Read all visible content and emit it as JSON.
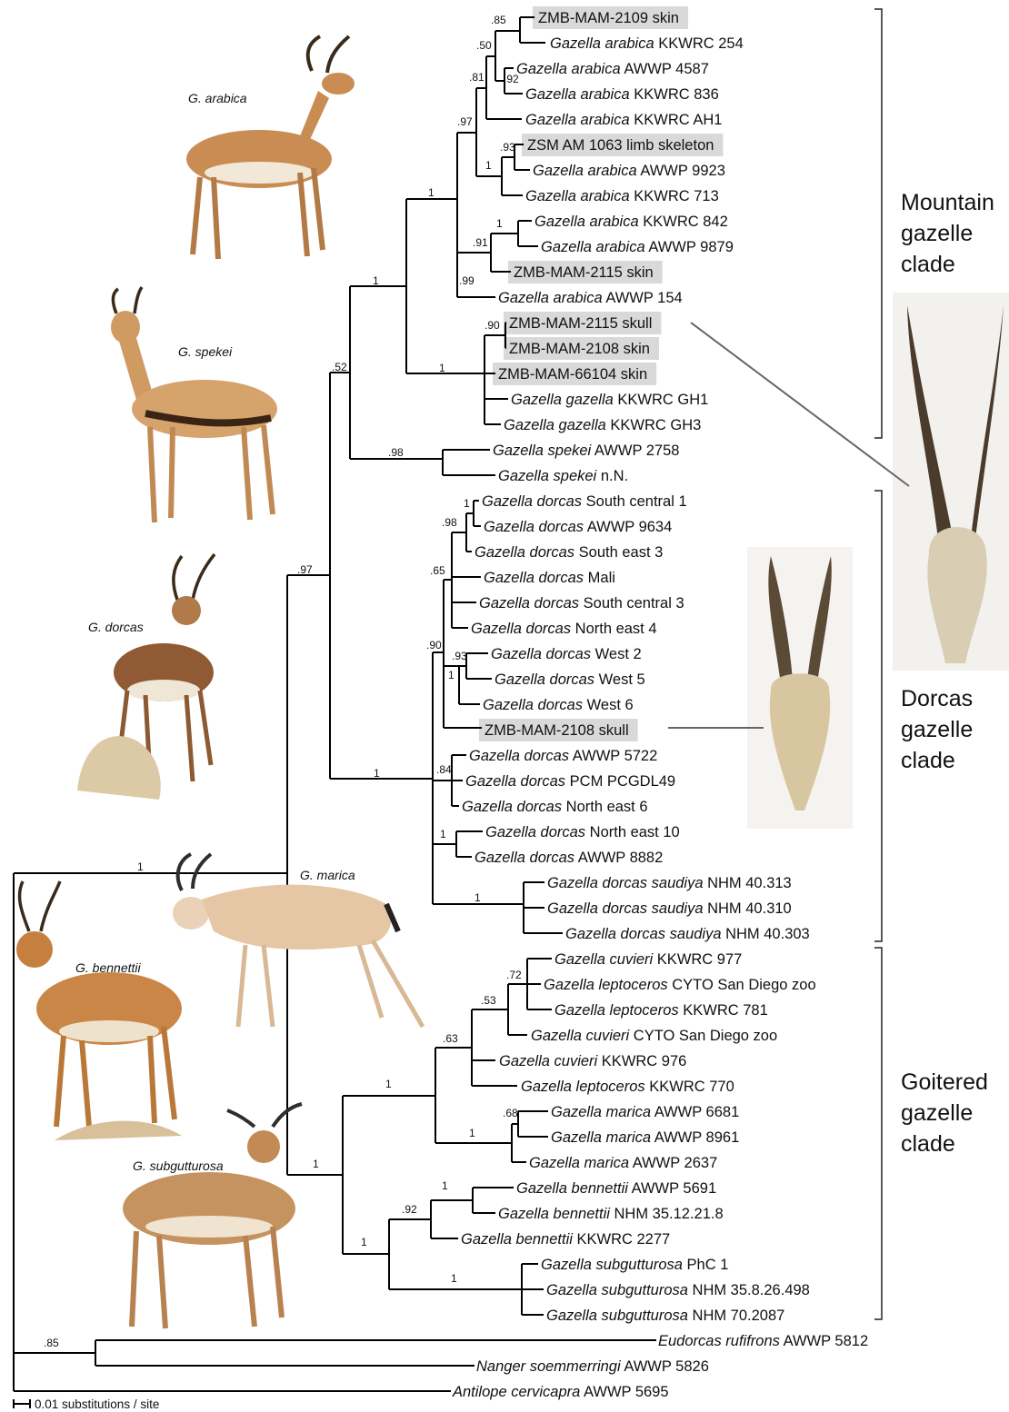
{
  "colors": {
    "branch": "#000000",
    "highlight": "#d9d9d9",
    "text": "#111111"
  },
  "tree": {
    "scale_label": "0.01 substitutions / site",
    "clade_labels": {
      "mountain": [
        "Mountain",
        "gazelle",
        "clade"
      ],
      "dorcas": [
        "Dorcas",
        "gazelle",
        "clade"
      ],
      "goitered": [
        "Goitered",
        "gazelle",
        "clade"
      ]
    },
    "animal_labels": [
      "G. arabica",
      "G. spekei",
      "G. dorcas",
      "G. marica",
      "G. bennettii",
      "G. subgutturosa"
    ],
    "tips": [
      {
        "genus": "",
        "rest": "ZMB-MAM-2109 skin",
        "highlight": true
      },
      {
        "genus": "Gazella arabica",
        "rest": " KKWRC 254",
        "highlight": false
      },
      {
        "genus": "Gazella arabica",
        "rest": " AWWP 4587",
        "highlight": false
      },
      {
        "genus": "Gazella arabica",
        "rest": " KKWRC 836",
        "highlight": false
      },
      {
        "genus": "Gazella arabica",
        "rest": " KKWRC AH1",
        "highlight": false
      },
      {
        "genus": "",
        "rest": "ZSM AM 1063 limb skeleton",
        "highlight": true
      },
      {
        "genus": "Gazella arabica",
        "rest": " AWWP 9923",
        "highlight": false
      },
      {
        "genus": "Gazella arabica",
        "rest": " KKWRC 713",
        "highlight": false
      },
      {
        "genus": "Gazella arabica",
        "rest": " KKWRC 842",
        "highlight": false
      },
      {
        "genus": "Gazella arabica",
        "rest": " AWWP 9879",
        "highlight": false
      },
      {
        "genus": "",
        "rest": "ZMB-MAM-2115 skin",
        "highlight": true
      },
      {
        "genus": "Gazella arabica",
        "rest": " AWWP 154",
        "highlight": false
      },
      {
        "genus": "",
        "rest": "ZMB-MAM-2115 skull",
        "highlight": true
      },
      {
        "genus": "",
        "rest": "ZMB-MAM-2108 skin",
        "highlight": true
      },
      {
        "genus": "",
        "rest": "ZMB-MAM-66104 skin",
        "highlight": true
      },
      {
        "genus": "Gazella gazella",
        "rest": " KKWRC GH1",
        "highlight": false
      },
      {
        "genus": "Gazella gazella",
        "rest": " KKWRC GH3",
        "highlight": false
      },
      {
        "genus": "Gazella spekei",
        "rest": " AWWP 2758",
        "highlight": false
      },
      {
        "genus": "Gazella spekei",
        "rest": " n.N.",
        "highlight": false
      },
      {
        "genus": "Gazella dorcas",
        "rest": " South central 1",
        "highlight": false
      },
      {
        "genus": "Gazella dorcas",
        "rest": " AWWP 9634",
        "highlight": false
      },
      {
        "genus": "Gazella dorcas",
        "rest": " South east 3",
        "highlight": false
      },
      {
        "genus": "Gazella dorcas",
        "rest": " Mali",
        "highlight": false
      },
      {
        "genus": "Gazella dorcas",
        "rest": " South central 3",
        "highlight": false
      },
      {
        "genus": "Gazella dorcas",
        "rest": " North east 4",
        "highlight": false
      },
      {
        "genus": "Gazella dorcas",
        "rest": " West 2",
        "highlight": false
      },
      {
        "genus": "Gazella dorcas",
        "rest": " West 5",
        "highlight": false
      },
      {
        "genus": "Gazella dorcas",
        "rest": " West 6",
        "highlight": false
      },
      {
        "genus": "",
        "rest": "ZMB-MAM-2108 skull",
        "highlight": true
      },
      {
        "genus": "Gazella dorcas",
        "rest": " AWWP 5722",
        "highlight": false
      },
      {
        "genus": "Gazella dorcas",
        "rest": " PCM PCGDL49",
        "highlight": false
      },
      {
        "genus": "Gazella dorcas",
        "rest": " North east 6",
        "highlight": false
      },
      {
        "genus": "Gazella dorcas",
        "rest": " North east 10",
        "highlight": false
      },
      {
        "genus": "Gazella dorcas",
        "rest": " AWWP 8882",
        "highlight": false
      },
      {
        "genus": "Gazella dorcas saudiya",
        "rest": " NHM 40.313",
        "highlight": false
      },
      {
        "genus": "Gazella  dorcas saudiya",
        "rest": " NHM 40.310",
        "highlight": false
      },
      {
        "genus": "Gazella dorcas saudiya",
        "rest": " NHM 40.303",
        "highlight": false
      },
      {
        "genus": "Gazella cuvieri",
        "rest": " KKWRC 977",
        "highlight": false
      },
      {
        "genus": "Gazella leptoceros",
        "rest": " CYTO San Diego zoo",
        "highlight": false
      },
      {
        "genus": "Gazella leptoceros",
        "rest": " KKWRC 781",
        "highlight": false
      },
      {
        "genus": "Gazella cuvieri",
        "rest": " CYTO San Diego zoo",
        "highlight": false
      },
      {
        "genus": "Gazella cuvieri",
        "rest": " KKWRC 976",
        "highlight": false
      },
      {
        "genus": "Gazella leptoceros",
        "rest": " KKWRC 770",
        "highlight": false
      },
      {
        "genus": "Gazella marica",
        "rest": " AWWP 6681",
        "highlight": false
      },
      {
        "genus": "Gazella marica",
        "rest": " AWWP 8961",
        "highlight": false
      },
      {
        "genus": "Gazella marica",
        "rest": " AWWP 2637",
        "highlight": false
      },
      {
        "genus": "Gazella bennettii",
        "rest": " AWWP 5691",
        "highlight": false
      },
      {
        "genus": "Gazella bennettii",
        "rest": " NHM 35.12.21.8",
        "highlight": false
      },
      {
        "genus": "Gazella bennettii",
        "rest": " KKWRC 2277",
        "highlight": false
      },
      {
        "genus": "Gazella subgutturosa",
        "rest": " PhC 1",
        "highlight": false
      },
      {
        "genus": "Gazella subgutturosa",
        "rest": " NHM 35.8.26.498",
        "highlight": false
      },
      {
        "genus": "Gazella subgutturosa",
        "rest": " NHM 70.2087",
        "highlight": false
      },
      {
        "genus": "Eudorcas rufifrons",
        "rest": " AWWP 5812",
        "highlight": false
      },
      {
        "genus": "Nanger soemmerringi",
        "rest": " AWWP 5826",
        "highlight": false
      },
      {
        "genus": "Antilope cervicapra",
        "rest": " AWWP 5695",
        "highlight": false
      }
    ],
    "supports": [
      ".85",
      ".50",
      ".81",
      ".92",
      ".97",
      ".93",
      "1",
      "1",
      "1",
      ".91",
      ".99",
      "1",
      ".90",
      "1",
      ".52",
      ".98",
      "1",
      ".98",
      ".65",
      ".93",
      "1",
      ".90",
      ".84",
      "1",
      "1",
      "1",
      ".97",
      "1",
      ".72",
      ".53",
      ".63",
      ".68",
      "1",
      "1",
      "1",
      ".92",
      "1",
      "1",
      "1",
      ".85"
    ]
  }
}
